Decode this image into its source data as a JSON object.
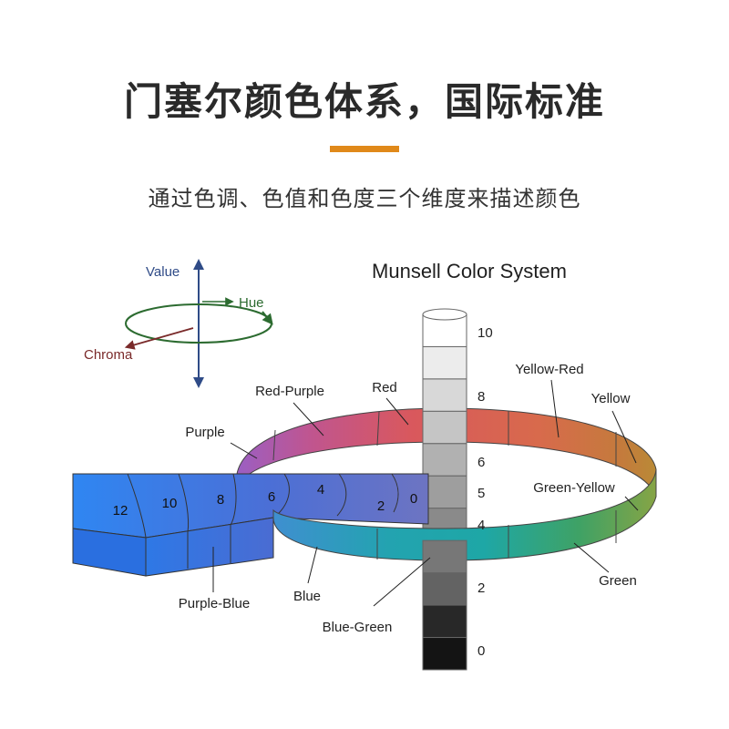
{
  "title": "门塞尔颜色体系，国际标准",
  "subtitle": "通过色调、色值和色度三个维度来描述颜色",
  "colors": {
    "accent": "#e0891a",
    "title_text": "#2a2a2a",
    "axis_value": "#2f4b87",
    "axis_hue": "#2c6b30",
    "axis_chroma": "#7a2a2a"
  },
  "diagram": {
    "heading": "Munsell Color System",
    "legend": {
      "value": "Value",
      "hue": "Hue",
      "chroma": "Chroma"
    },
    "value_labels": [
      "10",
      "8",
      "6",
      "5",
      "4",
      "2",
      "0"
    ],
    "value_levels": [
      10,
      8,
      6,
      5,
      4,
      2,
      0
    ],
    "chroma_labels": [
      "12",
      "10",
      "8",
      "6",
      "4",
      "2",
      "0"
    ],
    "chroma_levels": [
      12,
      10,
      8,
      6,
      4,
      2,
      0
    ],
    "hues": [
      {
        "name": "Red-Purple",
        "color": "#c0558f"
      },
      {
        "name": "Red",
        "color": "#d9585d"
      },
      {
        "name": "Yellow-Red",
        "color": "#d86a4c"
      },
      {
        "name": "Yellow",
        "color": "#b98a36"
      },
      {
        "name": "Green-Yellow",
        "color": "#86a445"
      },
      {
        "name": "Green",
        "color": "#3fa265"
      },
      {
        "name": "Blue-Green",
        "color": "#1ea7a6"
      },
      {
        "name": "Blue",
        "color": "#3f8fd0"
      },
      {
        "name": "Purple-Blue",
        "color": "#4e6fd0"
      },
      {
        "name": "Purple",
        "color": "#9c5fbf"
      }
    ]
  }
}
